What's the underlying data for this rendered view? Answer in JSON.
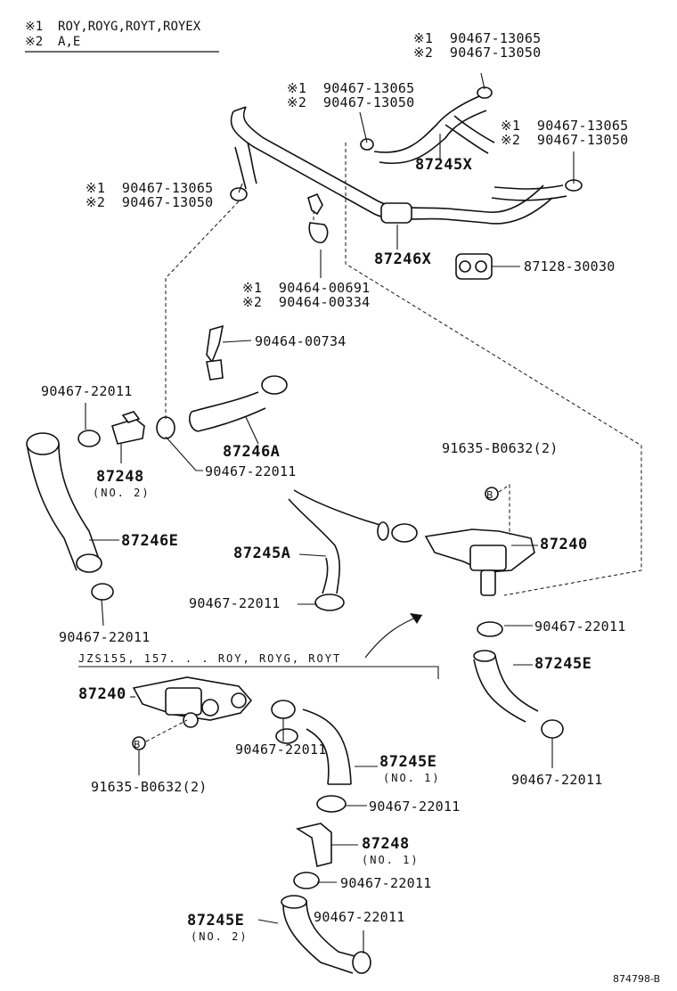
{
  "legend": {
    "note1": "※1  ROY,ROYG,ROYT,ROYEX",
    "note2": "※2  A,E"
  },
  "labels": {
    "clamp_a1": "※1  90467-13065",
    "clamp_a2": "※2  90467-13050",
    "clamp_b1": "※1  90467-13065",
    "clamp_b2": "※2  90467-13050",
    "clamp_c1": "※1  90467-13065",
    "clamp_c2": "※2  90467-13050",
    "clamp_d1": "※1  90467-13065",
    "clamp_d2": "※2  90467-13050",
    "hose_87245x": "87245X",
    "hose_87246x": "87246X",
    "bracket_87128": "87128-30030",
    "clip_1": "※1  90464-00691",
    "clip_2": "※2  90464-00334",
    "clip_00734": "90464-00734",
    "clamp_left_top": "90467-22011",
    "pipe_87248_no2": "87248",
    "pipe_87248_no2_sub": "(NO. 2)",
    "clamp_under_87248": "90467-22011",
    "hose_87246a": "87246A",
    "bolt_91635_top": "91635-B0632(2)",
    "hose_87246e": "87246E",
    "hose_87245a": "87245A",
    "valve_87240_right": "87240",
    "clamp_87245a": "90467-22011",
    "clamp_left_bottom": "90467-22011",
    "clamp_valve_bottom": "90467-22011",
    "hose_87245e_right": "87245E",
    "variant_note": "JZS155, 157. . . ROY, ROYG, ROYT",
    "valve_87240_left": "87240",
    "bolt_91635_left": "91635-B0632(2)",
    "clamp_mid_1": "90467-22011",
    "hose_87245e_no1": "87245E",
    "hose_87245e_no1_sub": "(NO. 1)",
    "clamp_right_bottom": "90467-22011",
    "clamp_mid_2": "90467-22011",
    "pipe_87248_no1": "87248",
    "pipe_87248_no1_sub": "(NO. 1)",
    "clamp_mid_3": "90467-22011",
    "hose_87245e_no2": "87245E",
    "hose_87245e_no2_sub": "(NO. 2)",
    "clamp_mid_4": "90467-22011",
    "bolt_marker": "B",
    "diagram_code": "874798-B"
  }
}
